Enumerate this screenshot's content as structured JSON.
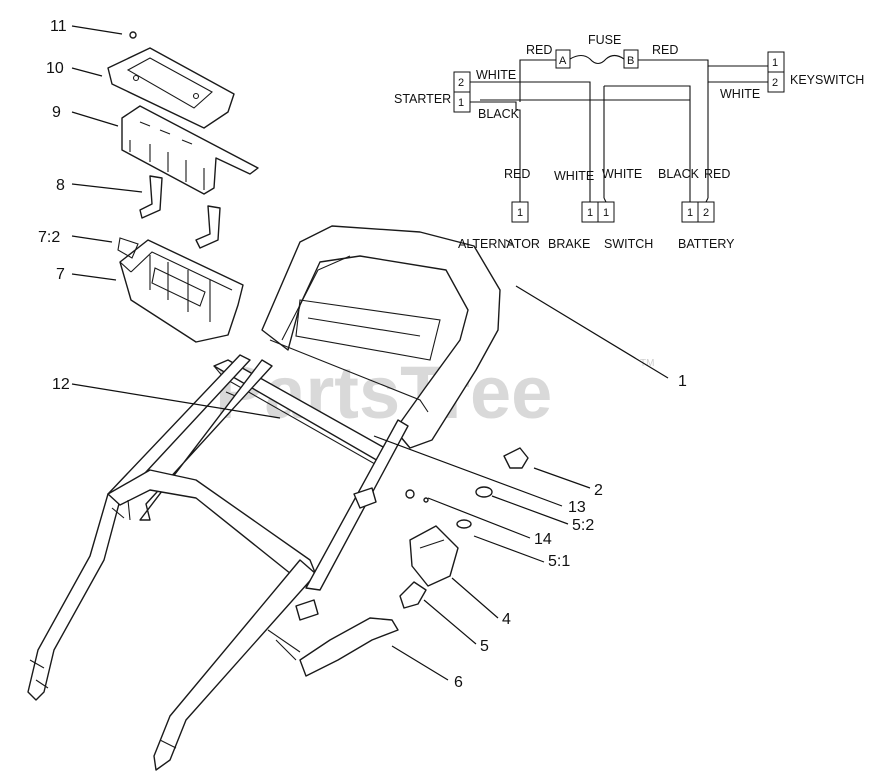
{
  "watermark": {
    "text": "PartsTree",
    "tm": "TM"
  },
  "callouts": [
    {
      "id": "c11",
      "label": "11"
    },
    {
      "id": "c10",
      "label": "10"
    },
    {
      "id": "c9",
      "label": "9"
    },
    {
      "id": "c8",
      "label": "8"
    },
    {
      "id": "c72",
      "label": "7:2"
    },
    {
      "id": "c7",
      "label": "7"
    },
    {
      "id": "c12",
      "label": "12"
    },
    {
      "id": "c1",
      "label": "1"
    },
    {
      "id": "c2",
      "label": "2"
    },
    {
      "id": "c13",
      "label": "13"
    },
    {
      "id": "c52",
      "label": "5:2"
    },
    {
      "id": "c14",
      "label": "14"
    },
    {
      "id": "c51",
      "label": "5:1"
    },
    {
      "id": "c4",
      "label": "4"
    },
    {
      "id": "c5",
      "label": "5"
    },
    {
      "id": "c6",
      "label": "6"
    }
  ],
  "wiring": {
    "fuse": "FUSE",
    "fuse_a": "A",
    "fuse_b": "B",
    "red_left": "RED",
    "red_right": "RED",
    "white_starter": "WHITE",
    "black_starter": "BLACK",
    "white_keyswitch": "WHITE",
    "starter": "STARTER",
    "starter_t2": "2",
    "starter_t1": "1",
    "keyswitch": "KEYSWITCH",
    "key_t1": "1",
    "key_t2": "2",
    "wire_red_alt": "RED",
    "wire_white_brake": "WHITE",
    "wire_white_switch": "WHITE",
    "wire_black_batt": "BLACK",
    "wire_red_batt": "RED",
    "alt_t1": "1",
    "brake_t1": "1",
    "switch_t1": "1",
    "batt_t1": "1",
    "batt_t2": "2",
    "alternator": "ALTERNATOR",
    "brake": "BRAKE",
    "switch": "SWITCH",
    "battery": "BATTERY"
  }
}
